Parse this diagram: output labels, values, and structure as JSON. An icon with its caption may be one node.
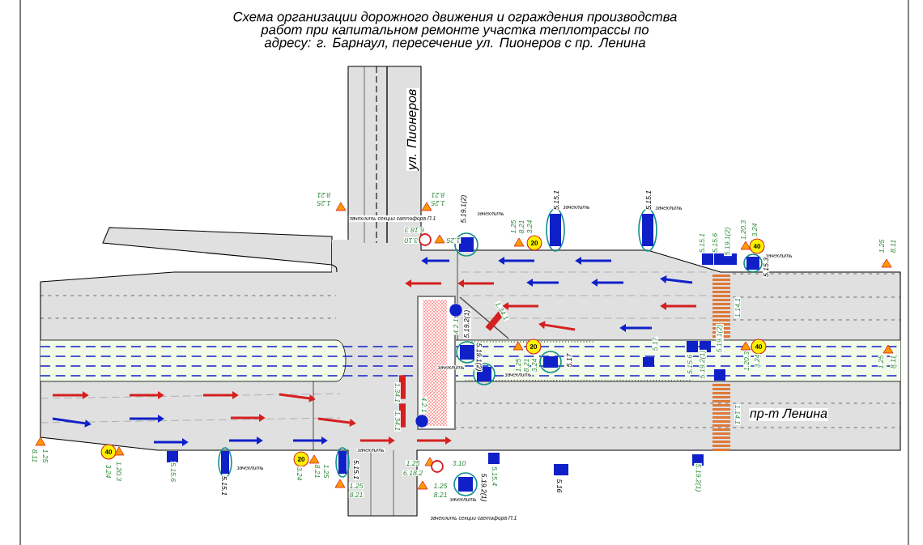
{
  "diagram": {
    "title": "Схема организации дорожного движения и ограждения производства работ при капитальном ремонте участка теплотрассы по адресу: г. Барнаул, пересечение ул. Пионеров с пр. Ленина",
    "labels": [
      "ул. Пионеров",
      "8.21",
      "1.25",
      "8.21",
      "1.25",
      "зачехлить секции светофора П.1",
      "5.19.1(2)",
      "зачехлить",
      "6.18.3",
      "3.10",
      "1.25",
      "1.25",
      "8.21",
      "3.24",
      "20",
      "5.15.1",
      "зачехлить",
      "5.15.1",
      "зачехлить",
      "5.15.1",
      "5.15.6",
      "5.19.1(2)",
      "1.20.3",
      "3.24",
      "40",
      "зачехлить",
      "5.15.3",
      "1.25",
      "8.11",
      "4.2.1",
      "5.19.2(1)",
      "1.34.1",
      "1.14.1",
      "5.19.1(2)",
      "зачехлить",
      "зачехлить",
      "1.25",
      "8.21",
      "3.24",
      "20",
      "5.17",
      "5.17",
      "5.15.6",
      "5.19.2(1)",
      "5.19.1(2)",
      "1.20.3",
      "3.24",
      "40",
      "1.25",
      "8.11",
      "1.34.1",
      "1.34.1",
      "4.2.1",
      "1.14.1",
      "пр-т Ленина",
      "8.11",
      "1.25",
      "3.24",
      "1.20.3",
      "40",
      "5.15.6",
      "5.15.1",
      "зачехлить",
      "20",
      "3.24",
      "8.21",
      "1.25",
      "5.15.1",
      "зачехлить",
      "1.25",
      "8.21",
      "1.25",
      "6.18.2",
      "3.10",
      "1.25",
      "8.21",
      "5.19.2(1)",
      "зачехлить",
      "5.15.4",
      "5.16",
      "5.19.2(1)",
      "зачехлить секции светофора П.1"
    ]
  }
}
